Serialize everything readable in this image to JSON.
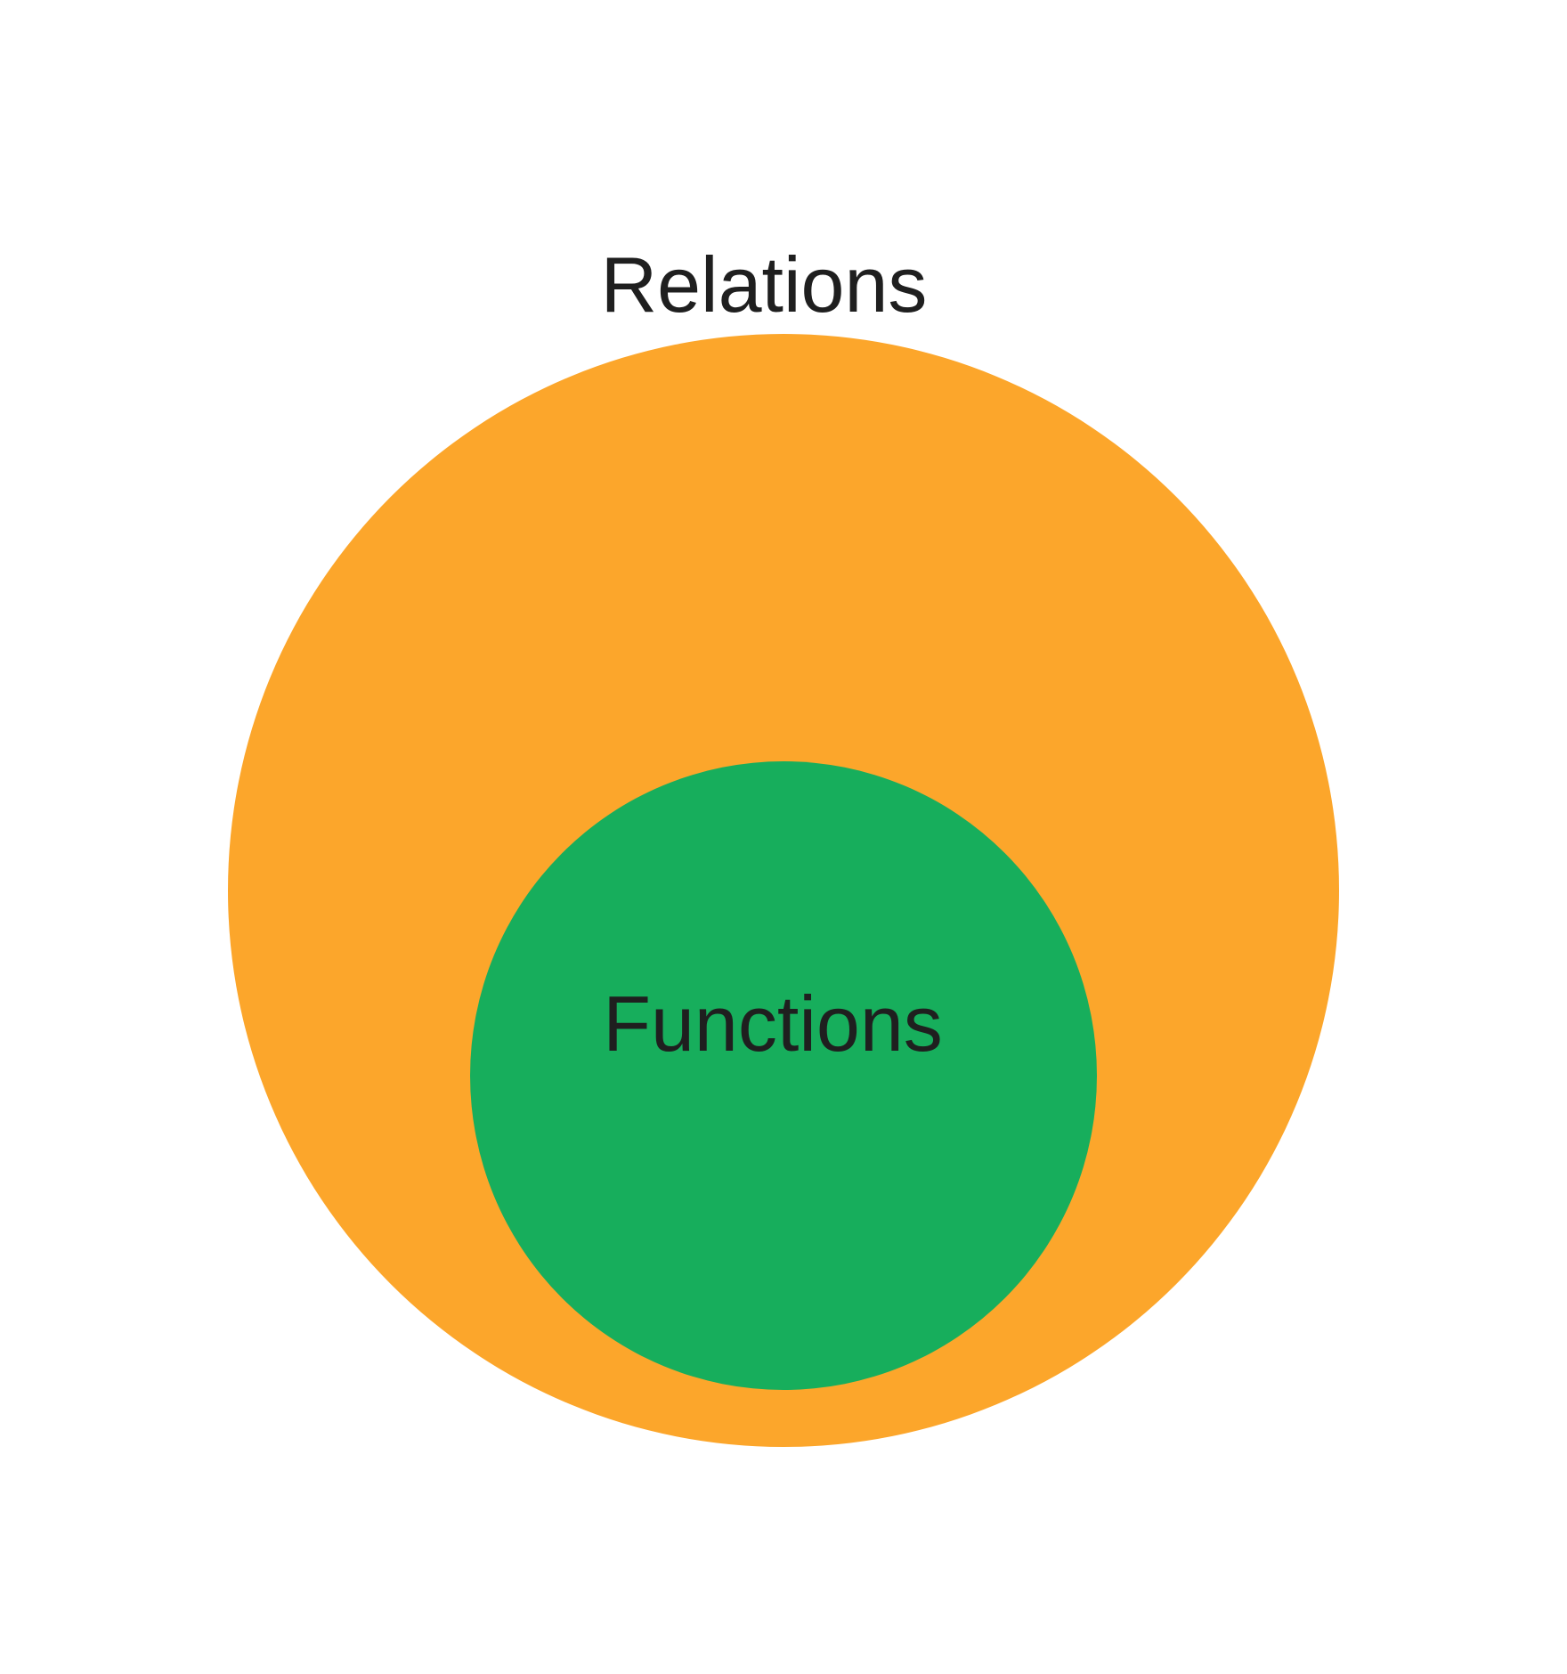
{
  "diagram": {
    "type": "nested-sets",
    "outer_set": {
      "label": "Relations",
      "color": "#fca62b"
    },
    "inner_set": {
      "label": "Functions",
      "color": "#17ae5c"
    },
    "relationship": "Functions is a subset of Relations",
    "text_color": "#1f1f1f"
  }
}
